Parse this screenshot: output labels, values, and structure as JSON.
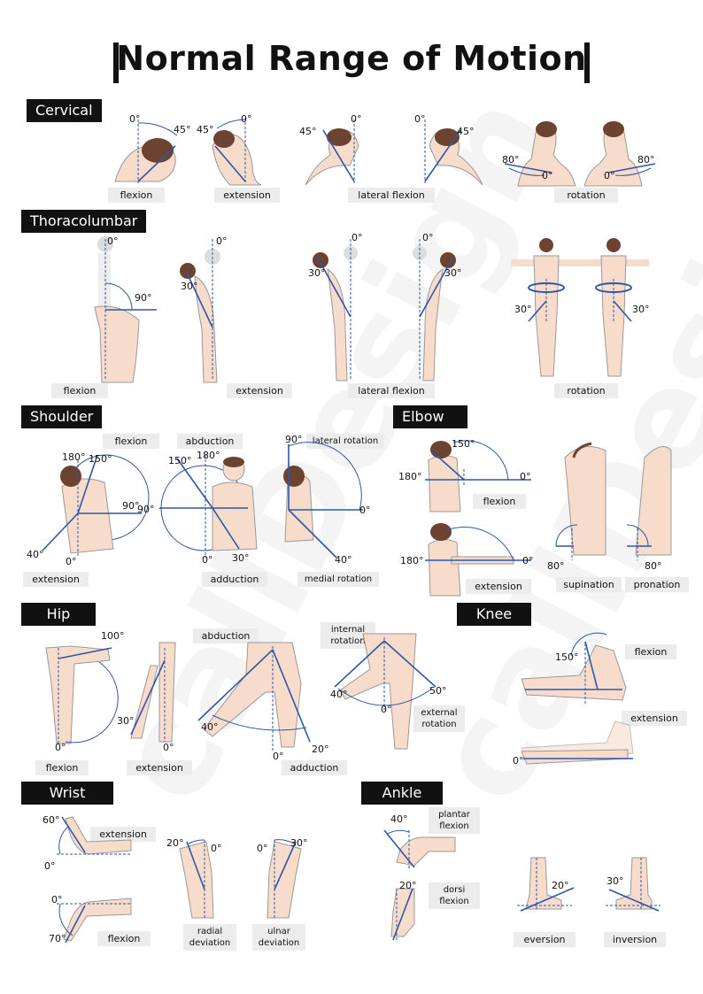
{
  "title": "Normal Range of Motion",
  "watermark": "callDesign",
  "colors": {
    "accent": "#2f56a8",
    "skin": "#f7dccb",
    "hair": "#6b4330",
    "label_bg": "#ececec",
    "header_bg": "#111111"
  },
  "sections": {
    "cervical": {
      "label": "Cervical",
      "captions": [
        "flexion",
        "extension",
        "lateral flexion",
        "rotation"
      ],
      "angles": [
        "0°",
        "45°",
        "45°",
        "0°",
        "45°",
        "0°",
        "0°",
        "45°",
        "80°",
        "0°",
        "80°",
        "0°"
      ]
    },
    "thoracolumbar": {
      "label": "Thoracolumbar",
      "captions": [
        "flexion",
        "extension",
        "lateral flexion",
        "rotation"
      ],
      "angles": [
        "0°",
        "90°",
        "0°",
        "30°",
        "0°",
        "30°",
        "0°",
        "30°",
        "30°",
        "30°"
      ]
    },
    "shoulder": {
      "label": "Shoulder",
      "captions": [
        "flexion",
        "abduction",
        "lateral rotation",
        "extension",
        "adduction",
        "medial rotation"
      ],
      "angles": [
        "180°",
        "150°",
        "90°",
        "40°",
        "0°",
        "150°",
        "180°",
        "90°",
        "0°",
        "30°",
        "90°",
        "0°",
        "40°"
      ]
    },
    "elbow": {
      "label": "Elbow",
      "captions": [
        "flexion",
        "extension",
        "supination",
        "pronation"
      ],
      "angles": [
        "150°",
        "180°",
        "0°",
        "180°",
        "0°",
        "80°",
        "80°"
      ]
    },
    "hip": {
      "label": "Hip",
      "captions": [
        "flexion",
        "extension",
        "abduction",
        "adduction",
        "internal rotation",
        "external rotation"
      ],
      "angles": [
        "100°",
        "0°",
        "30°",
        "0°",
        "40°",
        "0°",
        "20°",
        "40°",
        "0°",
        "50°"
      ]
    },
    "knee": {
      "label": "Knee",
      "captions": [
        "flexion",
        "extension"
      ],
      "angles": [
        "150°",
        "0°"
      ]
    },
    "wrist": {
      "label": "Wrist",
      "captions": [
        "extension",
        "flexion",
        "radial deviation",
        "ulnar deviation"
      ],
      "angles": [
        "60°",
        "0°",
        "0°",
        "70°",
        "20°",
        "0°",
        "0°",
        "30°"
      ]
    },
    "ankle": {
      "label": "Ankle",
      "captions": [
        "plantar flexion",
        "dorsi flexion",
        "eversion",
        "inversion"
      ],
      "angles": [
        "40°",
        "20°",
        "20°",
        "30°"
      ]
    }
  }
}
